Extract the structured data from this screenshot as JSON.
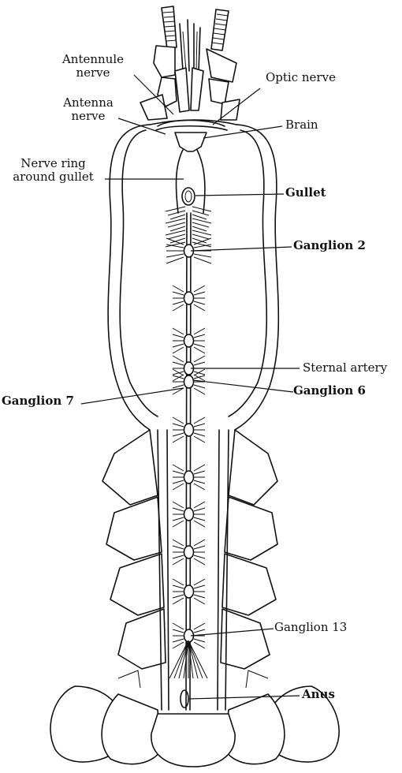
{
  "labels": {
    "antennule_nerve": [
      "Antennule",
      "nerve"
    ],
    "antenna_nerve": [
      "Antenna",
      "nerve"
    ],
    "nerve_ring": [
      "Nerve ring",
      "around gullet"
    ],
    "optic_nerve": "Optic nerve",
    "brain": "Brain",
    "gullet": "Gullet",
    "ganglion_2": "Ganglion 2",
    "sternal_artery": "Sternal artery",
    "ganglion_6": "Ganglion 6",
    "ganglion_7": "Ganglion 7",
    "ganglion_13": "Ganglion 13",
    "anus": "Anus"
  },
  "colors": {
    "ink": "#111111",
    "paper": "#ffffff"
  }
}
